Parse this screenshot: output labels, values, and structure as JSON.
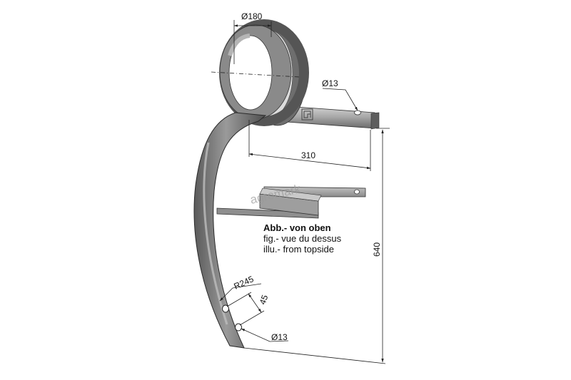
{
  "dimensions": {
    "coil_diameter": "Ø180",
    "shank_hole": "Ø13",
    "shank_length": "310",
    "tine_radius": "R245",
    "hole_spacing": "45",
    "tip_hole": "Ø13",
    "total_height": "640"
  },
  "caption": {
    "line1": "Abb.- von oben",
    "line2": "fig.- vue du dessus",
    "line3": "illu.- from topside"
  },
  "watermark": "agromark",
  "colors": {
    "steel_dark": "#4a4a4a",
    "steel_mid": "#7a7a7a",
    "steel_light": "#c8c8c8",
    "line": "#222222"
  }
}
